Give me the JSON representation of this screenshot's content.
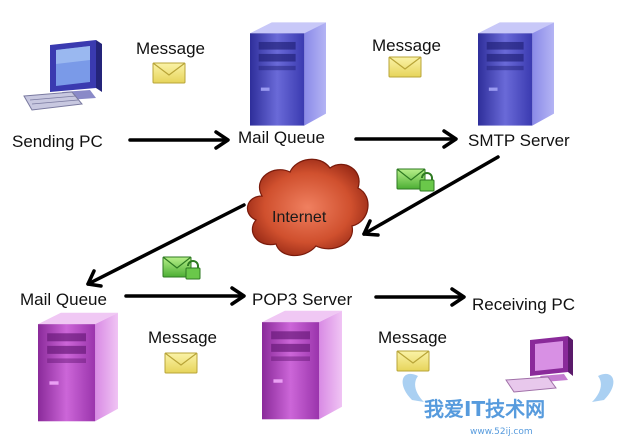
{
  "labels": {
    "sending_pc": "Sending PC",
    "mail_queue_top": "Mail Queue",
    "smtp_server": "SMTP Server",
    "internet": "Internet",
    "mail_queue_bottom": "Mail Queue",
    "pop3_server": "POP3 Server",
    "receiving_pc": "Receiving PC",
    "message_1": "Message",
    "message_2": "Message",
    "message_3": "Message",
    "message_4": "Message"
  },
  "watermark": {
    "text": "我爱IT技术网",
    "url": "www.52ij.com"
  },
  "colors": {
    "server_blue": "#5a5ac8",
    "server_purple": "#b85ac8",
    "envelope": "#f2e47a",
    "secure_envelope": "#7ecf5a",
    "cloud": "#c0442a",
    "arrow": "#000000",
    "watermark": "#3a8ad8"
  },
  "icons": [
    "pc-icon",
    "server-icon",
    "envelope-icon",
    "secure-envelope-icon",
    "internet-cloud-icon"
  ]
}
